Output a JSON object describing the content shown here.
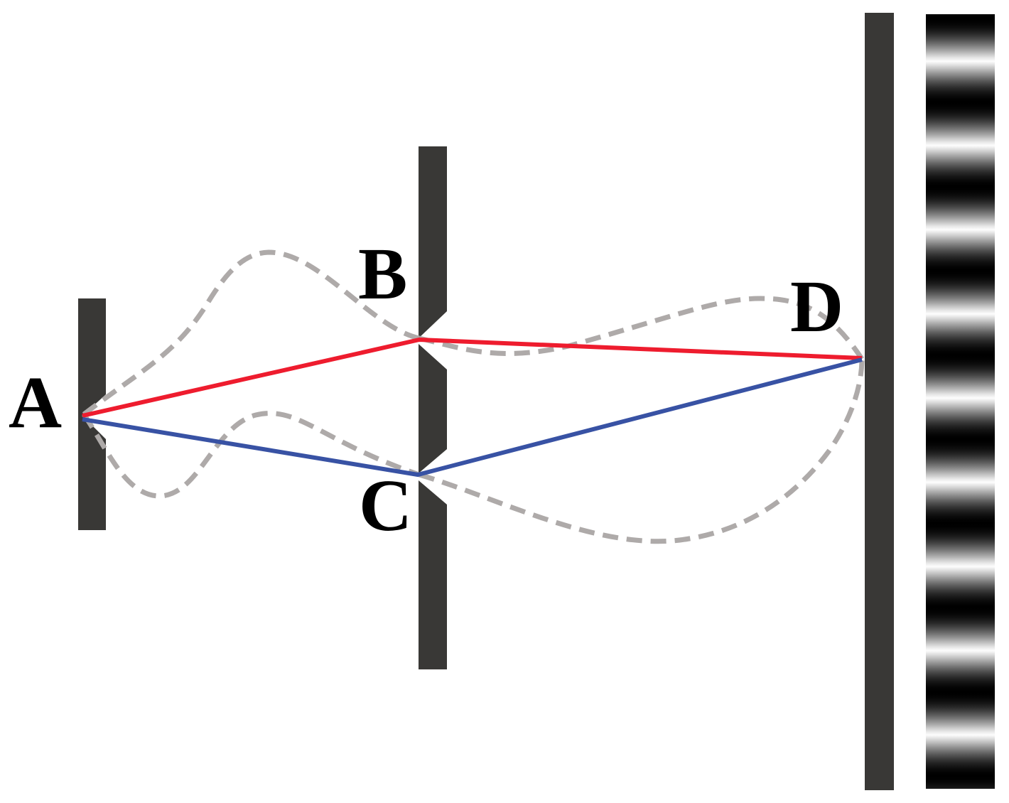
{
  "points": {
    "a": {
      "label": "A"
    },
    "b": {
      "label": "B"
    },
    "c": {
      "label": "C"
    },
    "d": {
      "label": "D"
    }
  },
  "colors": {
    "barrier": "#393836",
    "path_via_b": "#ee1c2e",
    "path_via_c": "#3852a4",
    "alternate_paths": "#aeaaa9",
    "fringe_dark": "#000000",
    "fringe_light": "#ffffff",
    "background": "#ffffff"
  }
}
